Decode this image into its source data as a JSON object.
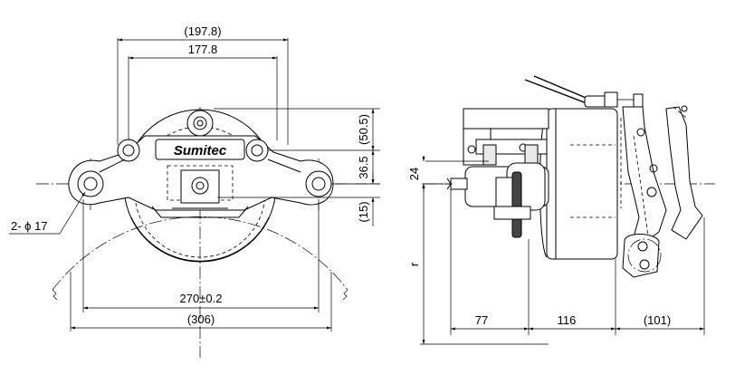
{
  "front_view": {
    "dim_197_8": "(197.8)",
    "dim_177_8": "177.8",
    "dim_50_5": "(50.5)",
    "dim_36_5": "36.5",
    "dim_15": "(15)",
    "hole_callout": "2- ϕ 17",
    "dim_270": "270±0.2",
    "dim_306": "(306)",
    "brand": "Sumitec"
  },
  "side_view": {
    "dim_24": "24",
    "dim_r": "r",
    "dim_77": "77",
    "dim_116": "116",
    "dim_101": "(101)"
  }
}
